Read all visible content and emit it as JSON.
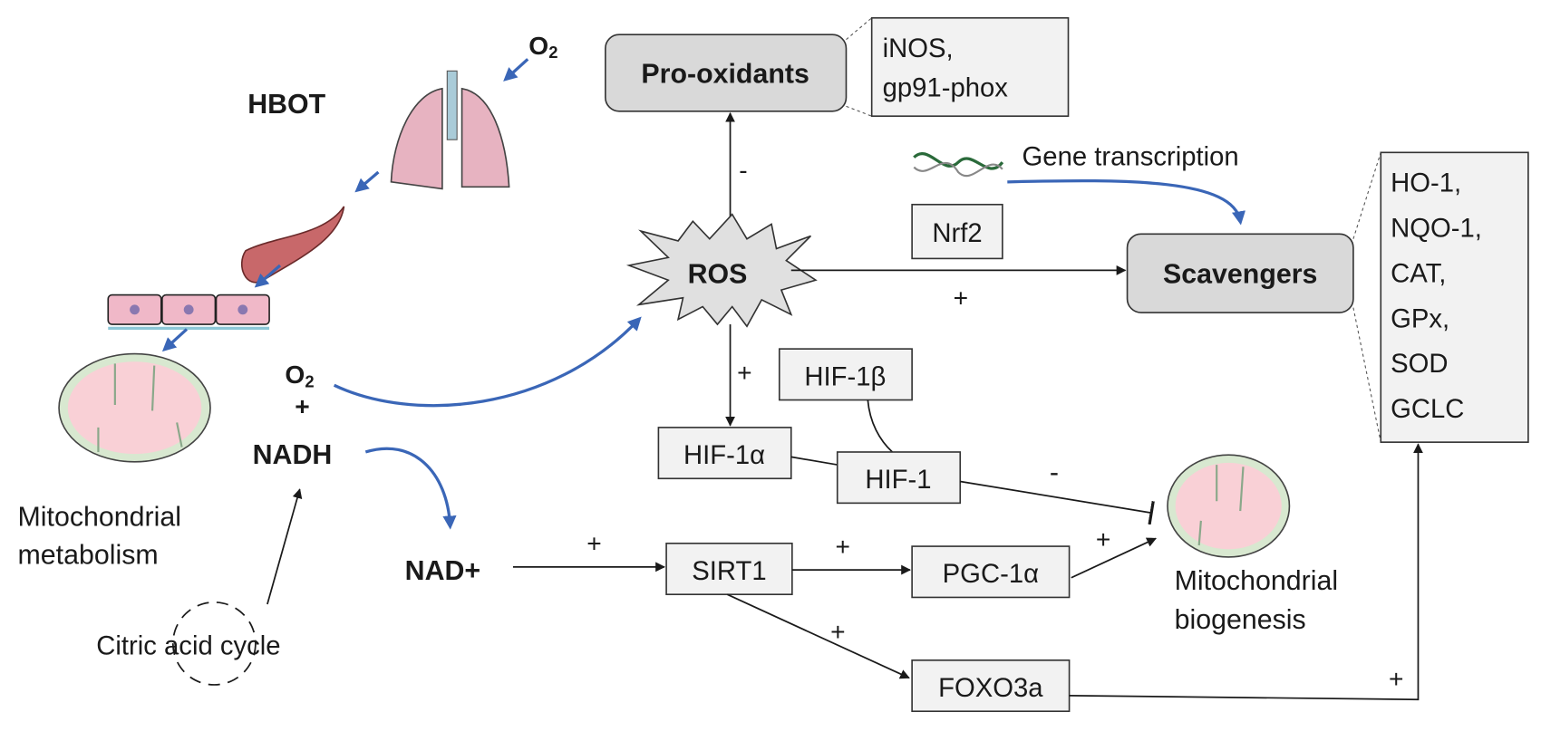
{
  "colors": {
    "arrow_blue": "#3a66b7",
    "box_fill": "#f2f2f2",
    "rounded_box_fill": "#d9d9d9",
    "organ_pink": "#e7b3c1"
  },
  "left": {
    "o2_top": "O",
    "o2_top_sub": "2",
    "hbot": "HBOT",
    "mito_label_line1": "Mitochondrial",
    "mito_label_line2": "metabolism",
    "o2_mid": "O",
    "o2_mid_sub": "2",
    "plus": "+",
    "nadh": "NADH",
    "nad_plus": "NAD+",
    "citric_cycle": "Citric acid cycle"
  },
  "nodes": {
    "pro_oxidants": "Pro-oxidants",
    "pro_oxidants_list": [
      "iNOS,",
      "gp91-phox"
    ],
    "ros": "ROS",
    "gene_transcription": "Gene transcription",
    "nrf2": "Nrf2",
    "scavengers": "Scavengers",
    "scavengers_list": [
      "HO-1,",
      "NQO-1,",
      "CAT,",
      "GPx,",
      "SOD",
      "GCLC"
    ],
    "hif1b": "HIF-1β",
    "hif1a": "HIF-1α",
    "hif1": "HIF-1",
    "sirt1": "SIRT1",
    "pgc1a": "PGC-1α",
    "foxo3a": "FOXO3a",
    "biogenesis_line1": "Mitochondrial",
    "biogenesis_line2": "biogenesis"
  },
  "signs": {
    "ros_to_prooxidants": "-",
    "ros_to_scavengers": "+",
    "ros_to_hif1a": "+",
    "hif1_to_biogenesis": "-",
    "nad_to_sirt1": "+",
    "sirt1_to_pgc1a": "+",
    "pgc1a_to_biogenesis": "+",
    "sirt1_to_foxo3a": "+",
    "foxo3a_to_scavengers": "+"
  }
}
